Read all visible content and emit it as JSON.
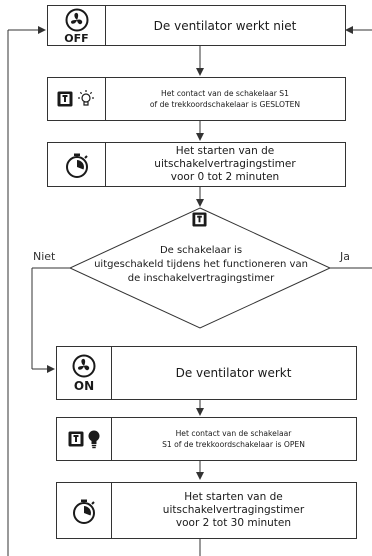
{
  "icons": {
    "fan_off": "fan-icon",
    "fan_on": "fan-icon",
    "switch": "switch-icon",
    "lamp_off": "light-bulb-outline-icon",
    "lamp_on": "light-bulb-filled-icon",
    "timer": "stopwatch-icon"
  },
  "boxes": {
    "fan_off": {
      "badge": "OFF",
      "text": "De ventilator werkt niet"
    },
    "contact_closed": {
      "text": "Het contact van de schakelaar S1\nof de trekkoordschakelaar is GESLOTEN"
    },
    "timer_start_1": {
      "text": "Het starten van de\nuitschakelvertragingstimer\nvoor 0 tot 2 minuten"
    },
    "fan_on": {
      "badge": "ON",
      "text": "De ventilator werkt"
    },
    "contact_open": {
      "text": "Het contact van de schakelaar\nS1 of de trekkoordschakelaar is OPEN"
    },
    "timer_start_2": {
      "text": "Het starten van de\nuitschakelvertragingstimer\nvoor 2 tot 30 minuten"
    }
  },
  "decision": {
    "text": "De schakelaar is\nuitgeschakeld tijdens het functioneren van\nde inschakelvertragingstimer",
    "no_label": "Niet",
    "yes_label": "Ja"
  },
  "colors": {
    "line": "#333333",
    "fill": "#1a1a1a"
  }
}
